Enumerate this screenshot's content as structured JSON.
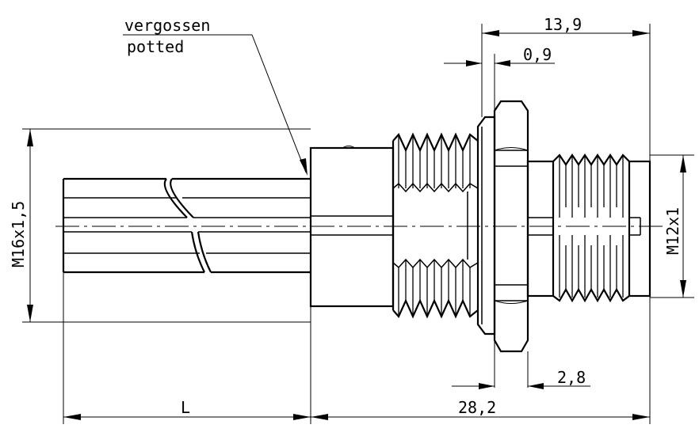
{
  "labels": {
    "potted_de": "vergossen",
    "potted_en": "potted",
    "dim_total_front": "13,9",
    "dim_flange": "0,9",
    "dim_nut": "2,8",
    "dim_length_mid": "28,2",
    "dim_length_cable": "L",
    "thread_left": "M16x1,5",
    "thread_right": "M12x1"
  }
}
